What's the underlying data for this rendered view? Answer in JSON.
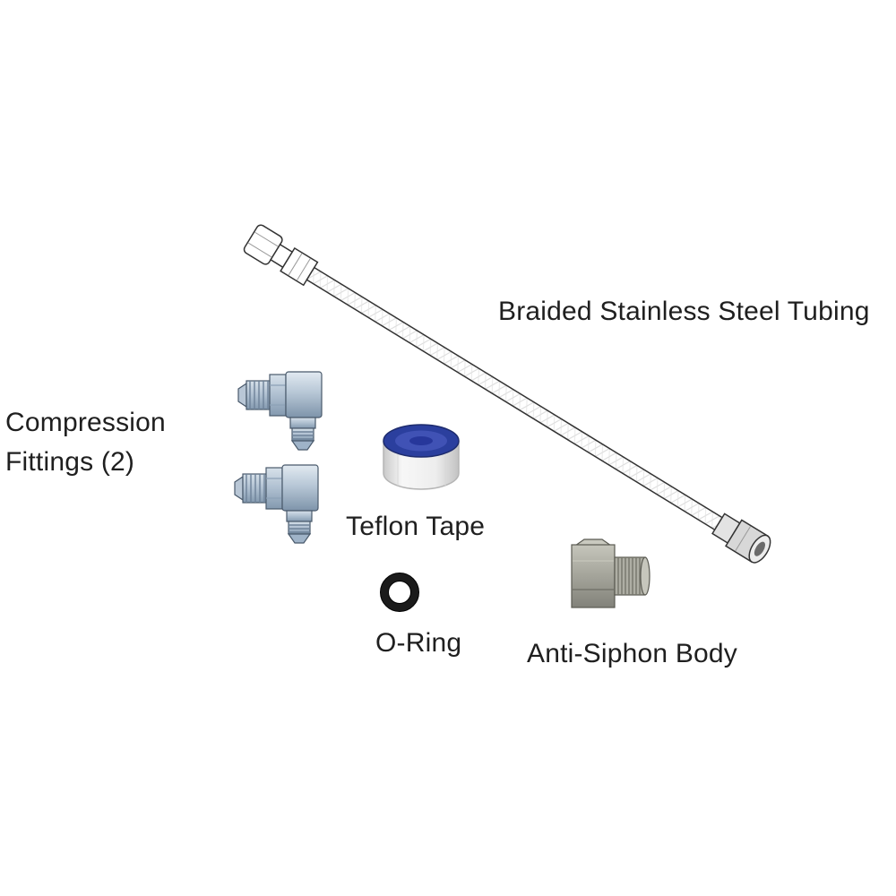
{
  "diagram": {
    "background": "#ffffff",
    "parts": [
      {
        "id": "braided-tubing",
        "label": "Braided Stainless Steel Tubing"
      },
      {
        "id": "compression-fittings",
        "label_line1": "Compression",
        "label_line2": "Fittings (2)",
        "quantity": "2"
      },
      {
        "id": "teflon-tape",
        "label": "Teflon Tape"
      },
      {
        "id": "o-ring",
        "label": "O-Ring"
      },
      {
        "id": "anti-siphon-body",
        "label": "Anti-Siphon Body"
      }
    ],
    "colors": {
      "fitting_steel_blue": "#9fb3c8",
      "tape_blue": "#2b3f9e",
      "body_gray": "#a6a69c",
      "oring_black": "#1b1b1b",
      "text": "#1f1f1f",
      "line_art": "#333333"
    }
  }
}
